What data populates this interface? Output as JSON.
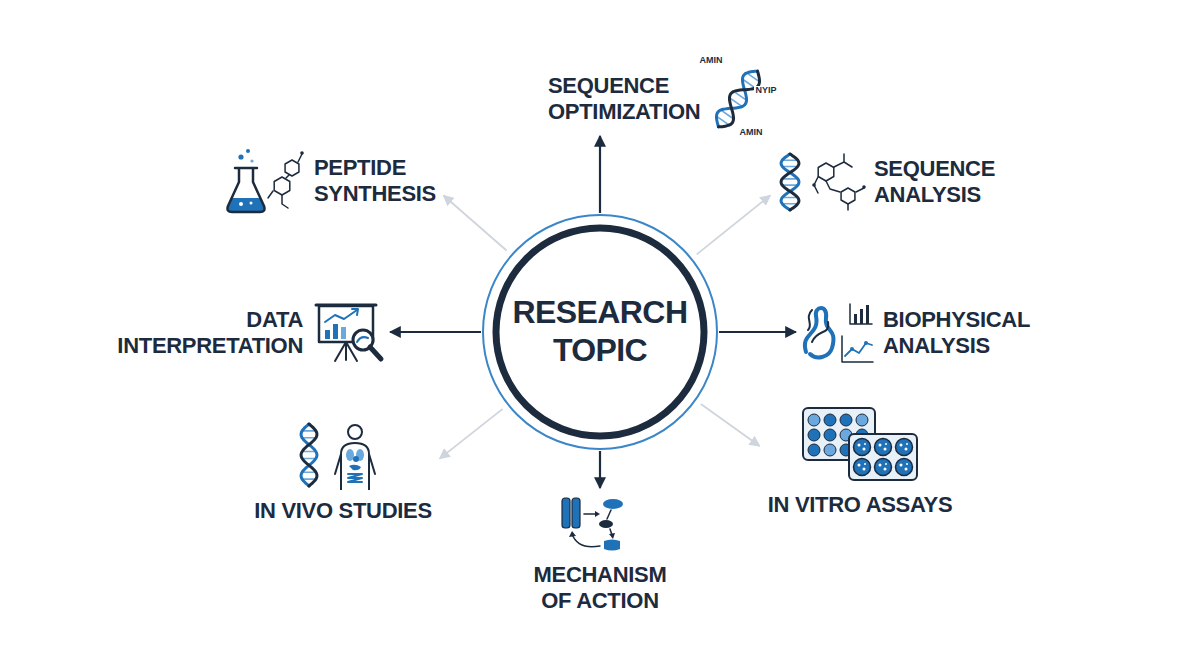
{
  "diagram": {
    "nodes": [
      {
        "text": [
          "RESEARCH TOPIC"
        ]
      },
      {
        "text": [
          "SEQUENCE OPTIMIZATION"
        ]
      },
      {
        "text": [
          "PEPTIDE SYNTHESIS"
        ]
      },
      {
        "text": [
          "SEQUENCE ANALYSIS"
        ]
      },
      {
        "text": [
          "DATA INTERPRETATION"
        ]
      },
      {
        "text": [
          "BIOPHYSICAL ANALYSIS"
        ]
      },
      {
        "text": [
          "IN VIVO STUDIES"
        ]
      },
      {
        "text": [
          "IN VITRO ASSAYS"
        ]
      },
      {
        "text": [
          "MECHANISM OF ACTION"
        ]
      }
    ],
    "edges": [
      {
        "from": 0,
        "to": 1,
        "arrow": "to"
      },
      {
        "from": 0,
        "to": 2,
        "arrow": "to"
      },
      {
        "from": 0,
        "to": 3,
        "arrow": "to"
      },
      {
        "from": 0,
        "to": 4,
        "arrow": "to"
      },
      {
        "from": 0,
        "to": 5,
        "arrow": "to"
      },
      {
        "from": 0,
        "to": 6,
        "arrow": "to"
      },
      {
        "from": 0,
        "to": 7,
        "arrow": "to"
      },
      {
        "from": 0,
        "to": 8,
        "arrow": "to"
      }
    ],
    "labels": [
      "AMIN",
      "NYIP",
      "AMIN"
    ]
  }
}
